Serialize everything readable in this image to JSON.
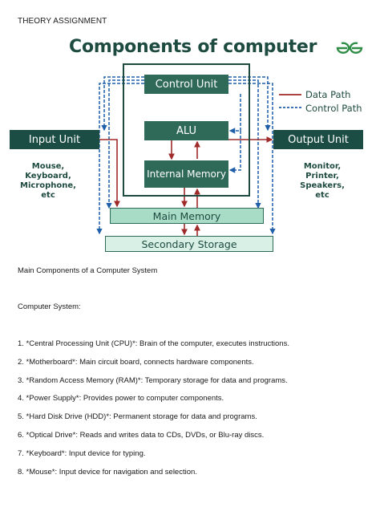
{
  "header": {
    "label": "THEORY ASSIGNMENT"
  },
  "diagram": {
    "title": "Components of computer",
    "logo_text": "GfG",
    "blocks": {
      "control_unit": "Control Unit",
      "alu": "ALU",
      "internal_memory": "Internal Memory",
      "input_unit": "Input Unit",
      "output_unit": "Output Unit",
      "main_memory": "Main Memory",
      "secondary_storage": "Secondary Storage"
    },
    "input_devices": [
      "Mouse,",
      "Keyboard,",
      "Microphone,",
      "etc"
    ],
    "output_devices": [
      "Monitor,",
      "Printer,",
      "Speakers,",
      "etc"
    ],
    "legend": {
      "data_path": "Data Path",
      "control_path": "Control Path"
    },
    "colors": {
      "data_path": "#a02a2a",
      "control_path": "#1f5fa8",
      "block_dark": "#2f6a58",
      "block_light": "#a9dcc6"
    }
  },
  "body": {
    "heading": "Main Components of a Computer System",
    "subheading": "Computer System:",
    "items": [
      "1. *Central Processing Unit (CPU)*: Brain of the computer, executes instructions.",
      "2. *Motherboard*: Main circuit board, connects hardware components.",
      "3. *Random Access Memory (RAM)*: Temporary storage for data and programs.",
      "4. *Power Supply*: Provides power to computer components.",
      "5. *Hard Disk Drive (HDD)*: Permanent storage for data and programs.",
      "6. *Optical Drive*: Reads and writes data to CDs, DVDs, or Blu-ray discs.",
      "7. *Keyboard*: Input device for typing.",
      "8. *Mouse*: Input device for navigation and selection."
    ]
  }
}
